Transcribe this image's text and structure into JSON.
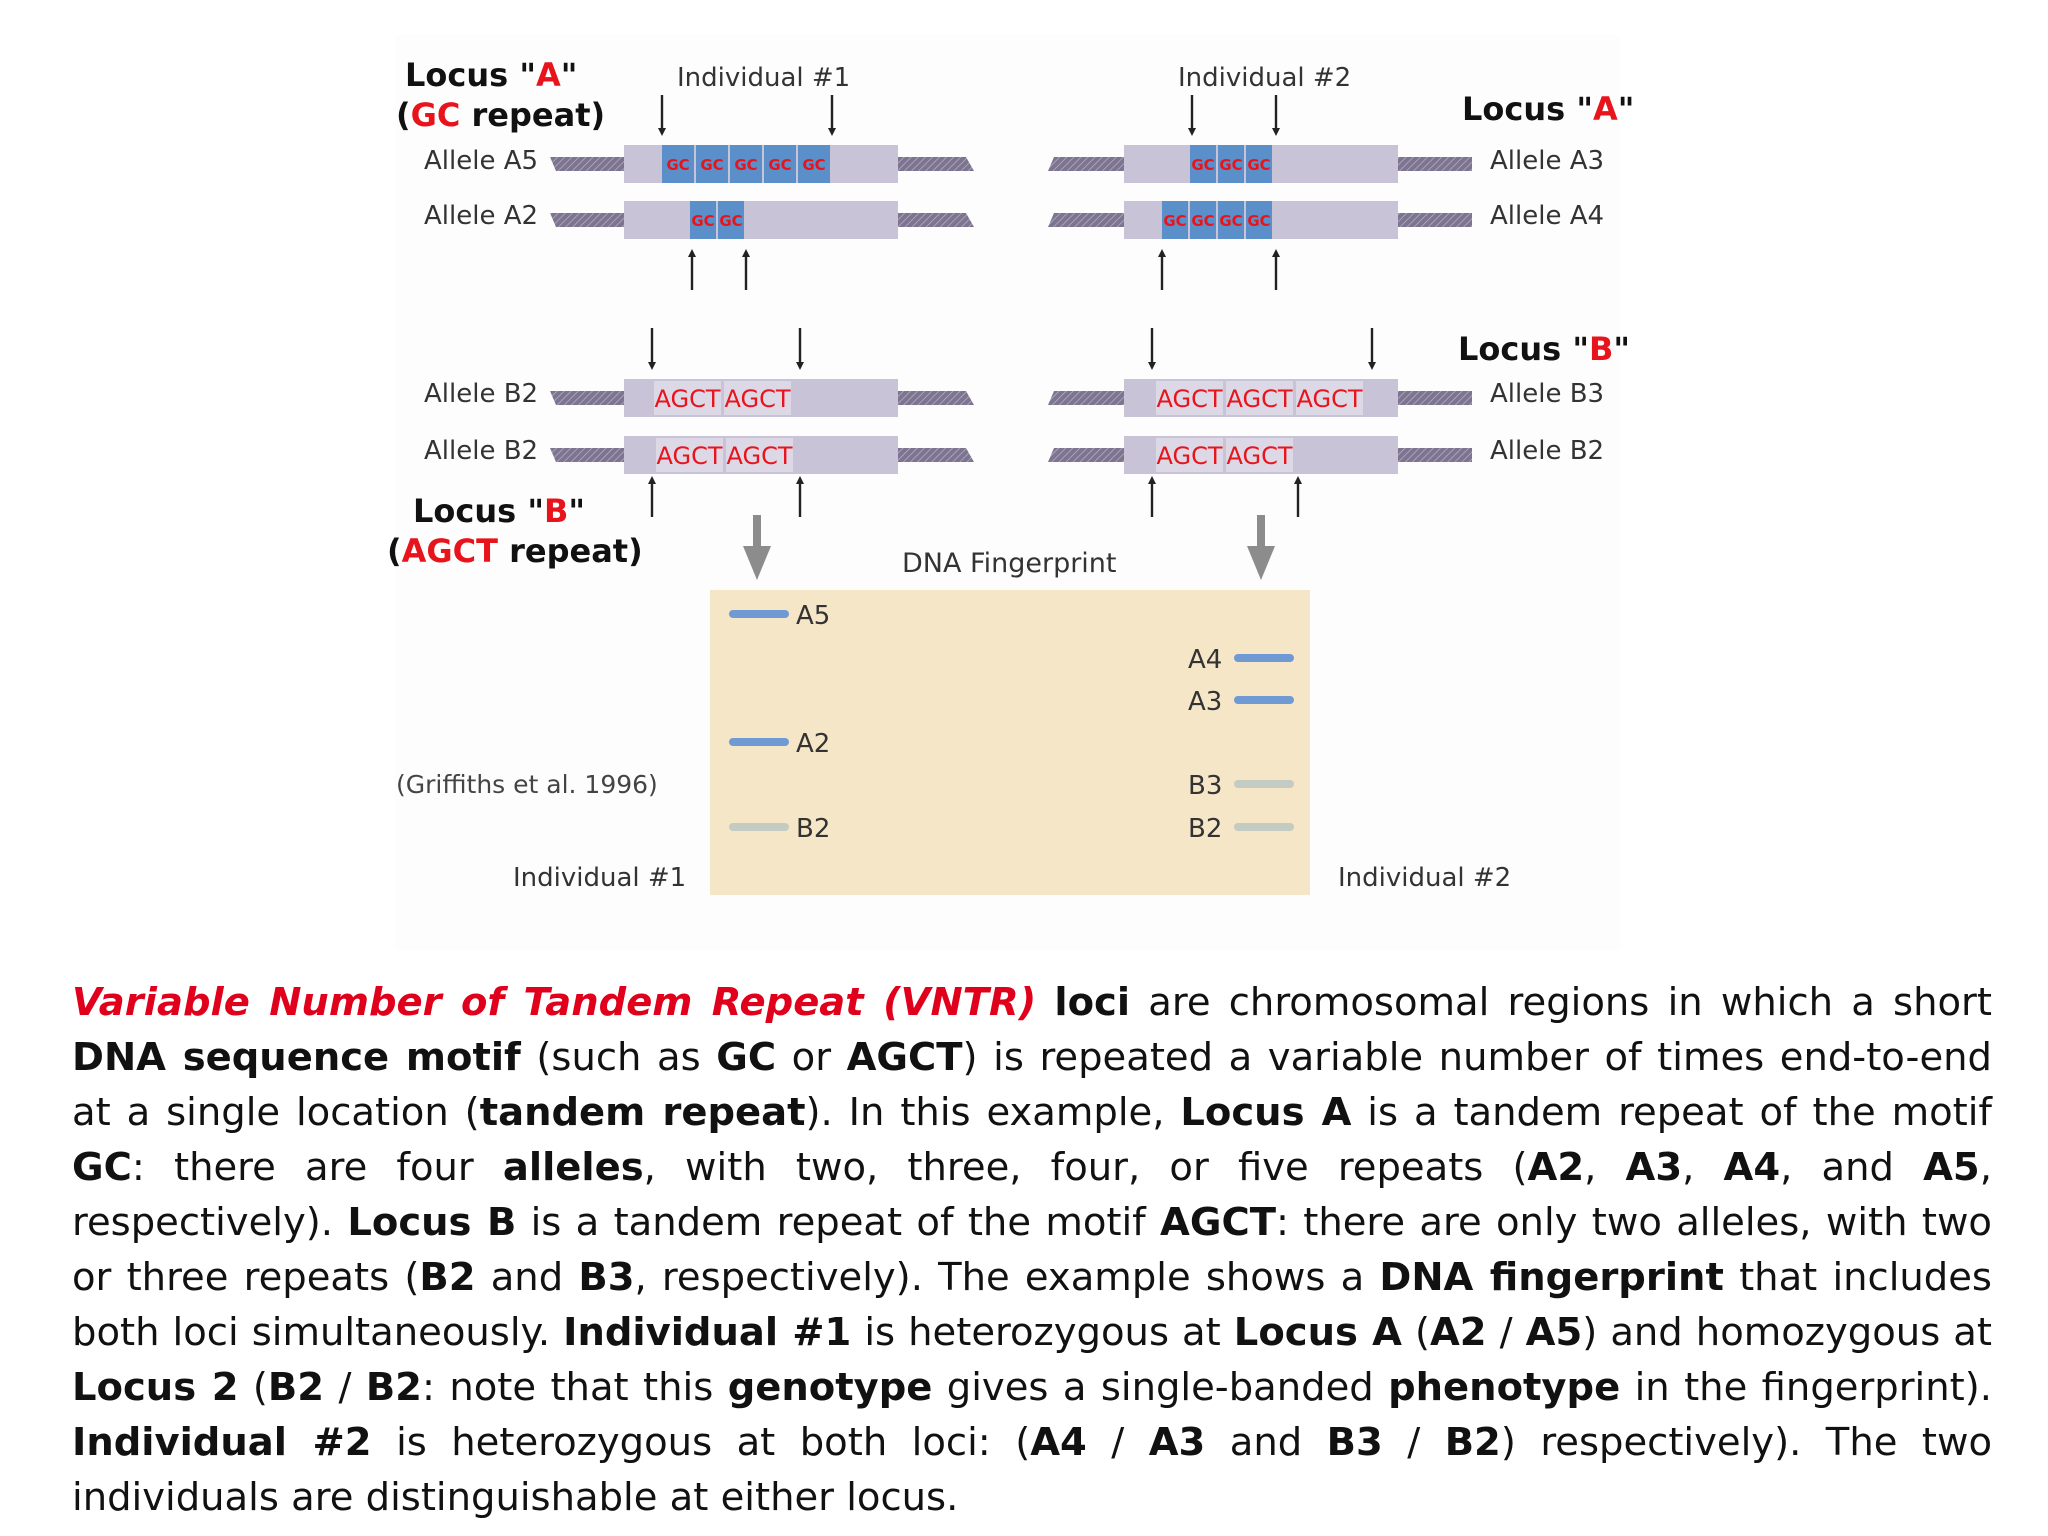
{
  "colors": {
    "accent_red": "#e8141c",
    "repeat_blue": "#5b8fc9",
    "flank_lavender": "#c9c3d8",
    "gel_background": "#f6e6c8",
    "band_blue": "#6f9ad4",
    "band_gray": "#c3cbc3"
  },
  "diagram": {
    "individual1_top_label": "Individual #1",
    "individual2_top_label": "Individual #2",
    "locus_a_left_line1_pre": "Locus \"",
    "locus_a_left_letter": "A",
    "locus_a_left_line1_post": "\"",
    "locus_a_left_line2_open": "(",
    "locus_a_left_motif": "GC",
    "locus_a_left_line2_rest": " repeat)",
    "locus_a_right_pre": "Locus \"",
    "locus_a_right_letter": "A",
    "locus_a_right_post": "\"",
    "locus_b_right_pre": "Locus \"",
    "locus_b_right_letter": "B",
    "locus_b_right_post": "\"",
    "locus_b_left_line1_pre": "Locus \"",
    "locus_b_left_letter": "B",
    "locus_b_left_line1_post": "\"",
    "locus_b_left_line2_open": "(",
    "locus_b_left_motif": "AGCT",
    "locus_b_left_line2_rest": " repeat)",
    "alleles": {
      "ind1_a5": "Allele A5",
      "ind1_a2": "Allele A2",
      "ind2_a3": "Allele A3",
      "ind2_a4": "Allele A4",
      "ind1_b2_top": "Allele B2",
      "ind1_b2_bottom": "Allele B2",
      "ind2_b3": "Allele B3",
      "ind2_b2": "Allele B2"
    },
    "repeat_units": {
      "gc": "GC",
      "agct": "AGCT"
    },
    "fingerprint_title": "DNA Fingerprint",
    "citation": "(Griffiths et al. 1996)",
    "individual1_bottom_label": "Individual #1",
    "individual2_bottom_label": "Individual #2",
    "bands": {
      "a5": "A5",
      "a2": "A2",
      "b2_left": "B2",
      "a4": "A4",
      "a3": "A3",
      "b3": "B3",
      "b2_right": "B2"
    }
  },
  "caption": {
    "vntr_term": "Variable Number of Tandem Repeat (VNTR)",
    "t_loci": "loci",
    "t1": " are chromosomal regions in which a short ",
    "t_dna_motif": "DNA sequence motif",
    "t2": " (such as ",
    "t_gc": "GC",
    "t3": " or ",
    "t_agct": "AGCT",
    "t4": ") is repeated a variable number of times end-to-end at a single location (",
    "t_tandem": "tandem repeat",
    "t5": "). In this example, ",
    "t_locus_a": "Locus A",
    "t6": " is a tandem repeat of the motif ",
    "t_gc2": "GC",
    "t7": ": there are four ",
    "t_alleles": "alleles",
    "t8": ", with two, three, four, or five repeats (",
    "t_a2": "A2",
    "t9": ", ",
    "t_a3": "A3",
    "t10": ", ",
    "t_a4": "A4",
    "t11": ", and ",
    "t_a5": "A5",
    "t12": ", respectively). ",
    "t_locus_b": "Locus B",
    "t13": " is a tandem repeat of the motif ",
    "t_agct2": "AGCT",
    "t14": ": there are only two alleles, with two or three repeats (",
    "t_b2": "B2",
    "t15": " and ",
    "t_b3": "B3",
    "t16": ", respectively). The example shows a ",
    "t_fingerprint": "DNA fingerprint",
    "t17": " that includes both loci simultaneously. ",
    "t_ind1": "Individual #1",
    "t18": " is heterozygous at ",
    "t_locus_a2": "Locus A",
    "t19": " (",
    "t_a2b": "A2",
    "t20": " / ",
    "t_a5b": "A5",
    "t21": ") and homozygous at ",
    "t_locus_2": "Locus 2",
    "t22": " (",
    "t_b2b": "B2",
    "t23": " / ",
    "t_b2c": "B2",
    "t24": ": note that this ",
    "t_genotype": "genotype",
    "t25": " gives a single-banded ",
    "t_phenotype": "phenotype",
    "t26": " in the fingerprint). ",
    "t_ind2": "Individual #2",
    "t27": " is heterozygous at both loci: (",
    "t_a4b": "A4",
    "t28": " / ",
    "t_a3b": "A3",
    "t29": " and ",
    "t_b3b": "B3",
    "t30": " / ",
    "t_b2d": "B2",
    "t31": ") respectively). The two individuals are distinguishable at either locus."
  }
}
